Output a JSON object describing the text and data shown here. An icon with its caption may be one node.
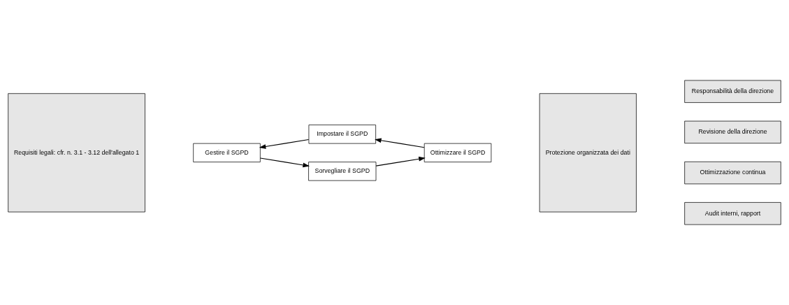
{
  "diagram": {
    "nodes": [
      {
        "text": [
          "Requisiti legali: cfr. n. 3.1 - 3.12 dell'allegato 1"
        ]
      },
      {
        "text": [
          "Impostare il SGPD"
        ]
      },
      {
        "text": [
          "Gestire il SGPD"
        ]
      },
      {
        "text": [
          "Ottimizzare il SGPD"
        ]
      },
      {
        "text": [
          "Sorvegliare il SGPD"
        ]
      },
      {
        "text": [
          "Protezione organizzata dei dati"
        ]
      },
      {
        "text": [
          "Responsabilità della direzione"
        ]
      },
      {
        "text": [
          "Revisione della direzione"
        ]
      },
      {
        "text": [
          "Ottimizzazione continua"
        ]
      },
      {
        "text": [
          "Audit interni, rapport"
        ]
      }
    ],
    "edges": [
      {
        "from": 1,
        "to": 2,
        "arrow": "to"
      },
      {
        "from": 2,
        "to": 4,
        "arrow": "to"
      },
      {
        "from": 4,
        "to": 3,
        "arrow": "to"
      },
      {
        "from": 3,
        "to": 1,
        "arrow": "to"
      }
    ]
  }
}
